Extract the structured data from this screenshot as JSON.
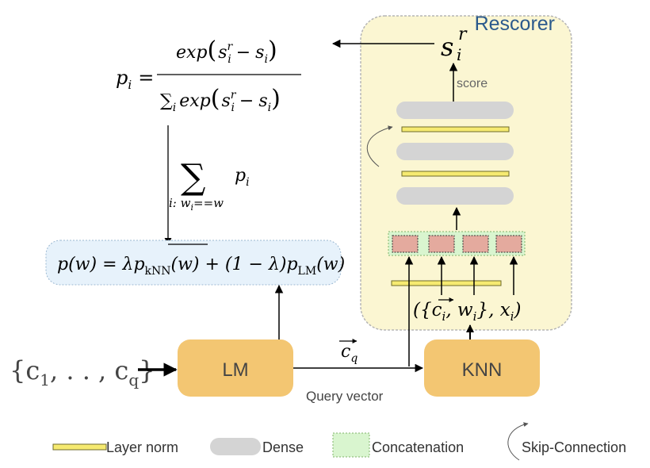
{
  "rescorer": {
    "title": "Rescorer",
    "score_label": "score",
    "score_symbol": "s",
    "score_sub": "i",
    "score_sup": "r"
  },
  "formula_top": {
    "lhs": "p",
    "lhs_sub": "i",
    "eq": "=",
    "numer_exp": "exp",
    "numer_inner": "s",
    "numer_inner_sup": "r",
    "numer_inner_sub": "i",
    "minus": "−",
    "numer_inner2": "s",
    "numer_inner2_sub": "i",
    "denom_sum": "∑",
    "denom_sum_sub": "i"
  },
  "formula_sum": {
    "sigma": "∑",
    "term": "p",
    "term_sub": "i",
    "condition": "i: w",
    "condition_sub": "i",
    "condition_tail": "==w"
  },
  "formula_main": {
    "text_a": "p(w) = λp",
    "text_sub1": "kNN",
    "text_b": "(w) + (1 − λ)p",
    "text_sub2": "LM",
    "text_c": "(w)"
  },
  "input": {
    "text_a": "{c",
    "sub1": "1",
    "text_b": ", . . , c",
    "sub2": "q",
    "text_c": "}"
  },
  "lm": {
    "label": "LM"
  },
  "knn": {
    "label": "KNN"
  },
  "query": {
    "symbol": "c",
    "sub": "q",
    "label": "Query vector"
  },
  "knn_output": {
    "text_a": "({",
    "c": "c",
    "c_sub": "i",
    "text_b": ", w",
    "w_sub": "i",
    "text_c": "}, x",
    "x_sub": "i",
    "text_d": ")"
  },
  "legend": {
    "layer_norm": "Layer norm",
    "dense": "Dense",
    "concatenation": "Concatenation",
    "skip": "Skip-Connection"
  },
  "colors": {
    "rescorer_bg": "#fbf6d2",
    "rescorer_border": "#b5b5b5",
    "rescorer_title": "#2b5a8c",
    "box_fill": "#f3c672",
    "layer_norm": "#f6ea70",
    "dense": "#d4d4d4",
    "concat_bg": "#d9f5cf",
    "concat_cell": "#e4aa9e",
    "formula_bg": "#e7f2fb"
  }
}
